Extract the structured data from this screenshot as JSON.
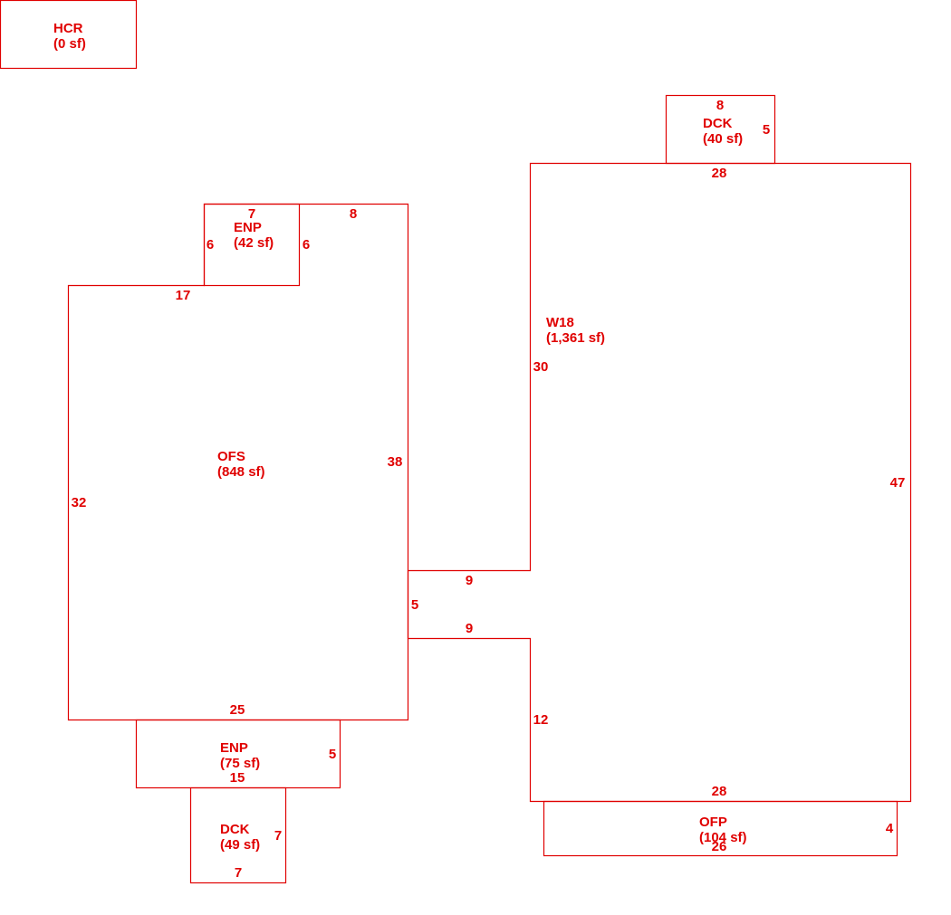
{
  "sketch": {
    "line_color": "#e00000",
    "areas": {
      "hcr": {
        "code": "HCR",
        "area": "(0 sf)"
      },
      "dck_top": {
        "code": "DCK",
        "area": "(40 sf)"
      },
      "enp_top": {
        "code": "ENP",
        "area": "(42 sf)"
      },
      "ofs": {
        "code": "OFS",
        "area": "(848 sf)"
      },
      "w18": {
        "code": "W18",
        "area": "(1,361 sf)"
      },
      "enp_bottom": {
        "code": "ENP",
        "area": "(75 sf)"
      },
      "dck_bottom": {
        "code": "DCK",
        "area": "(49 sf)"
      },
      "ofp": {
        "code": "OFP",
        "area": "(104 sf)"
      }
    },
    "dimensions": {
      "dck_top_top": "8",
      "dck_top_right": "5",
      "w18_top": "28",
      "enp_top_top": "7",
      "enp_top_left": "6",
      "enp_top_right": "6",
      "ofs_top_right": "8",
      "ofs_top_left": "17",
      "w18_left_upper": "30",
      "ofs_right": "38",
      "ofs_left": "32",
      "w18_right": "47",
      "connector_top": "9",
      "connector_side": "5",
      "connector_bottom": "9",
      "w18_left_lower": "12",
      "ofs_bottom": "25",
      "enp_bottom_right": "5",
      "enp_bottom_bottom": "15",
      "w18_bottom": "28",
      "dck_bottom_right": "7",
      "dck_bottom_bottom": "7",
      "ofp_right": "4",
      "ofp_bottom": "26"
    }
  }
}
